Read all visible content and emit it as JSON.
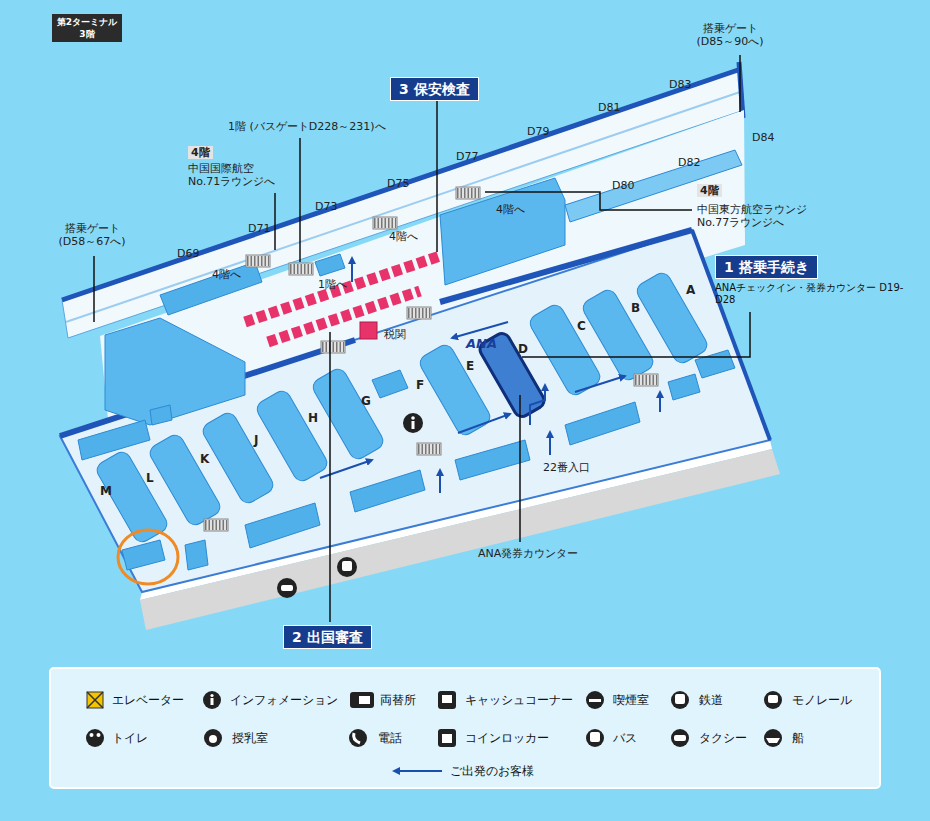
{
  "diagram": {
    "title": "第2ターミナル 3階",
    "nodes": [
      {
        "text": [
          "3 保安検査"
        ]
      },
      {
        "text": [
          "1 搭乗手続き",
          "ANAチェックイン・発券カウンター D19-D28"
        ]
      },
      {
        "text": [
          "2 出国審査"
        ]
      }
    ],
    "labels": [
      "搭乗ゲート (D85～90へ)",
      "D83",
      "D81",
      "D84",
      "D79",
      "D82",
      "1階 (バスゲートD228～231)へ",
      "D77",
      "4階",
      "中国国際航空 No.71ラウンジへ",
      "D80",
      "D75",
      "4階",
      "中国東方航空ラウンジ No.77ラウンジへ",
      "4階へ",
      "D73",
      "4階へ",
      "D71",
      "搭乗ゲート (D58～67へ)",
      "D69",
      "4階へ",
      "1階へ",
      "A",
      "B",
      "税関",
      "C",
      "ANA",
      "D",
      "E",
      "F",
      "G",
      "H",
      "J",
      "K",
      "L",
      "M",
      "22番入口",
      "ANA発券カウンター"
    ],
    "legend": [
      {
        "text": "エレベーター"
      },
      {
        "text": "インフォメーション"
      },
      {
        "text": "両替所"
      },
      {
        "text": "キャッシュコーナー"
      },
      {
        "text": "喫煙室"
      },
      {
        "text": "鉄道"
      },
      {
        "text": "モノレール"
      },
      {
        "text": "トイレ"
      },
      {
        "text": "授乳室"
      },
      {
        "text": "電話"
      },
      {
        "text": "コインロッカー"
      },
      {
        "text": "バス"
      },
      {
        "text": "タクシー"
      },
      {
        "text": "船"
      },
      {
        "text": "ご出発のお客様"
      }
    ]
  }
}
